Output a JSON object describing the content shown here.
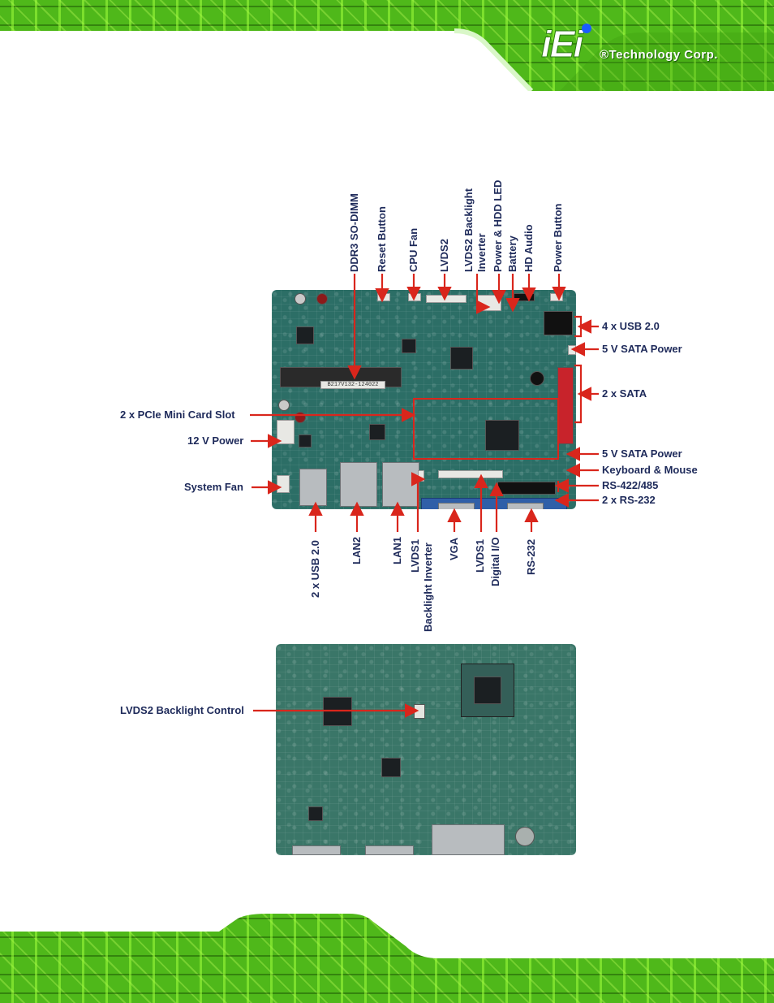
{
  "logo": {
    "mark": "iEi",
    "company": "®Technology Corp."
  },
  "figure": {
    "top_view": {
      "vertical_top": [
        "DDR3 SO-DIMM",
        "Reset Button",
        "CPU Fan",
        "LVDS2",
        "LVDS2 Backlight",
        "Inverter",
        "Power & HDD LED",
        "Battery",
        "HD Audio",
        "Power Button"
      ],
      "right": [
        "4 x USB 2.0",
        "5 V SATA Power",
        "2 x SATA",
        "5 V SATA Power",
        "Keyboard & Mouse",
        "RS-422/485",
        "2 x RS-232"
      ],
      "left": [
        "2 x PCIe Mini Card Slot",
        "12 V Power",
        "System Fan"
      ],
      "vertical_bottom": [
        "2 x USB 2.0",
        "LAN2",
        "LAN1",
        "LVDS1",
        "Backlight Inverter",
        "VGA",
        "LVDS1",
        "Digital I/O",
        "RS-232"
      ],
      "sticker": "B217V132-124022"
    },
    "bottom_view": {
      "left": [
        "LVDS2 Backlight Control"
      ]
    }
  },
  "colors": {
    "label_text": "#1e2a5a",
    "leader_red": "#d9261c",
    "pcb_green": "#4fb81a",
    "board_teal": "#2c6e66"
  }
}
